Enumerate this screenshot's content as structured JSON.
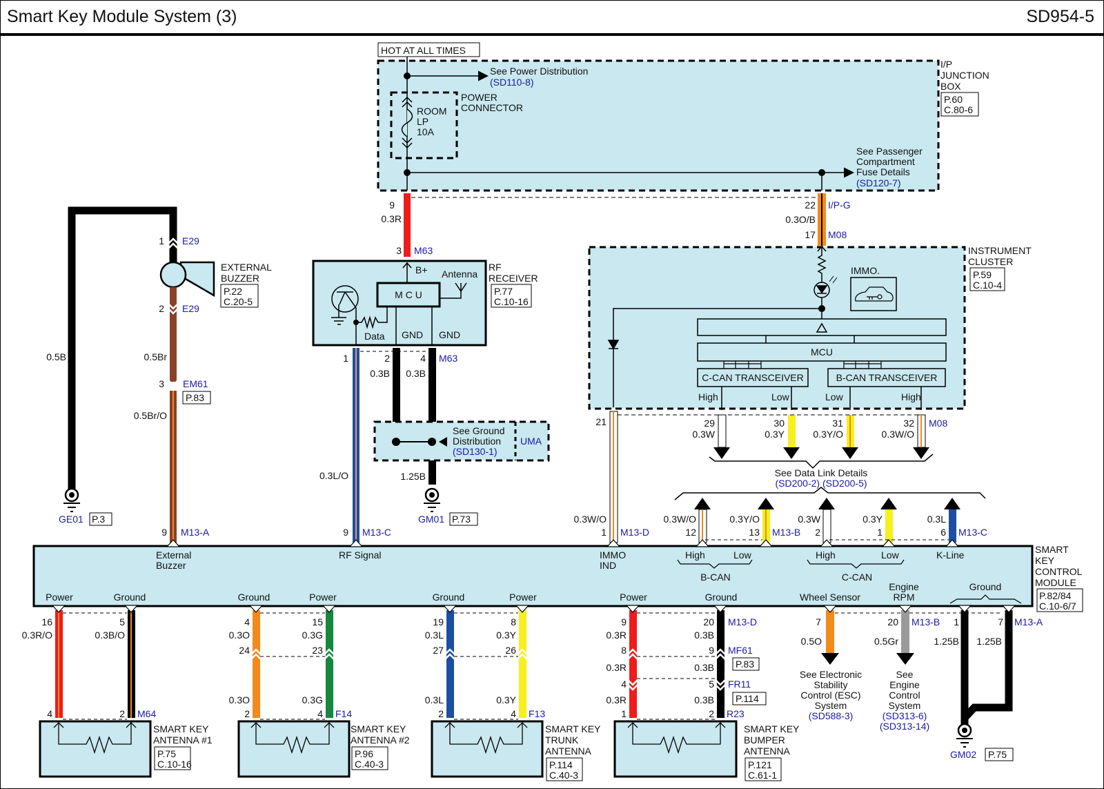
{
  "header": {
    "title": "Smart Key Module System (3)",
    "code": "SD954-5"
  },
  "colors": {
    "box_fill": "#c9e8f0",
    "ref_blue": "#1a1aa8",
    "red": "#ee1c1c",
    "orange": "#f28a1c",
    "brown": "#8a4128",
    "blue": "#1e4ea0",
    "green": "#14883c",
    "yellow": "#f6f01c",
    "gray": "#9a9a9a",
    "black": "#000000"
  },
  "junction_box": {
    "hot_label": "HOT AT ALL TIMES",
    "power_dist_label": "See Power Distribution",
    "power_dist_ref": "(SD110-8)",
    "power_connector": [
      "POWER",
      "CONNECTOR"
    ],
    "fuse": [
      "ROOM",
      "LP",
      "10A"
    ],
    "passenger_fuse": [
      "See Passenger",
      "Compartment",
      "Fuse Details"
    ],
    "passenger_fuse_ref": "(SD120-7)",
    "name": [
      "I/P",
      "JUNCTION",
      "BOX"
    ],
    "page": [
      "P.60",
      "C.80-6"
    ]
  },
  "rf_receiver": {
    "name": [
      "RF",
      "RECEIVER"
    ],
    "page": [
      "P.77",
      "C.10-16"
    ],
    "mcu": "M C U",
    "antenna": "Antenna",
    "bplus": "B+",
    "data": "Data",
    "gnd1": "GND",
    "gnd2": "GND",
    "feed_pin": "9",
    "feed_wire": "0.3R",
    "in_pin": "3",
    "in_conn": "M63",
    "pins": [
      "1",
      "2",
      "4"
    ],
    "pin_conn": "M63",
    "gnd_wire_a": "0.3B",
    "gnd_wire_b": "0.3B",
    "data_wire": "0.3L/O"
  },
  "ground_dist": {
    "label": [
      "See Ground",
      "Distribution"
    ],
    "ref": "(SD130-1)",
    "conn": "UMA",
    "wire": "1.25B",
    "ground_id": "GM01",
    "ground_page": "P.73"
  },
  "buzzer": {
    "name": [
      "EXTERNAL",
      "BUZZER"
    ],
    "page": [
      "P.22",
      "C.20-5"
    ],
    "pin1": "1",
    "conn1": "E29",
    "pin2": "2",
    "conn2": "E29",
    "wire_br": "0.5Br",
    "pin3": "3",
    "conn3": "EM61",
    "conn3_page": "P.83",
    "wire_bro": "0.5Br/O",
    "wire_b": "0.5B",
    "ground_id": "GE01",
    "ground_page": "P.3",
    "skm_pin": "9",
    "skm_conn": "M13-A"
  },
  "instrument_cluster": {
    "name": [
      "INSTRUMENT",
      "CLUSTER"
    ],
    "page": [
      "P.59",
      "C.10-4"
    ],
    "in_pin_top": "22",
    "in_conn_top": "I/P-G",
    "in_wire": "0.3O/B",
    "in_pin": "17",
    "in_conn": "M08",
    "immo": "IMMO.",
    "mcu": "MCU",
    "ccan": "C-CAN TRANSCEIVER",
    "bcan": "B-CAN TRANSCEIVER",
    "outputs": [
      {
        "label": "High",
        "pin": "29",
        "wire": "0.3W"
      },
      {
        "label": "Low",
        "pin": "30",
        "wire": "0.3Y"
      },
      {
        "label": "Low",
        "pin": "31",
        "wire": "0.3Y/O"
      },
      {
        "label": "High",
        "pin": "32",
        "wire": "0.3W/O"
      }
    ],
    "out_conn": "M08",
    "immo_pin": "21"
  },
  "data_link": {
    "label": "See Data Link Details",
    "ref": "(SD200-2) (SD200-5)"
  },
  "skm_inputs": [
    {
      "wire": "0.3W/O",
      "pin": "1",
      "conn": "M13-D"
    },
    {
      "wire": "0.3W/O",
      "pin": "12",
      "conn": ""
    },
    {
      "wire": "0.3Y/O",
      "pin": "13",
      "conn": "M13-B"
    },
    {
      "wire": "0.3W",
      "pin": "2",
      "conn": ""
    },
    {
      "wire": "0.3Y",
      "pin": "1",
      "conn": ""
    },
    {
      "wire": "0.3L",
      "pin": "6",
      "conn": "M13-C"
    }
  ],
  "skm": {
    "name": [
      "SMART",
      "KEY",
      "CONTROL",
      "MODULE"
    ],
    "page": [
      "P.82/84",
      "C.10-6/7"
    ],
    "rf_pin": "9",
    "rf_conn": "M13-C",
    "top_labels": {
      "ext_buzzer": [
        "External",
        "Buzzer"
      ],
      "rf_signal": "RF Signal",
      "immo": [
        "IMMO",
        "IND"
      ],
      "bcan_high": "High",
      "bcan_low": "Low",
      "bcan": "B-CAN",
      "ccan_high": "High",
      "ccan_low": "Low",
      "ccan": "C-CAN",
      "kline": "K-Line"
    },
    "bottom_labels": [
      "Power",
      "Ground",
      "Ground",
      "Power",
      "Ground",
      "Power",
      "Power",
      "Ground",
      "Wheel Sensor",
      "Engine RPM",
      "Ground"
    ]
  },
  "antennas": [
    {
      "name": [
        "SMART KEY",
        "ANTENNA #1"
      ],
      "page": [
        "P.75",
        "C.10-16"
      ],
      "left": {
        "pin_top": "16",
        "wire": "0.3R/O",
        "pin_bot": "4"
      },
      "right": {
        "pin_top": "5",
        "wire": "0.3B/O",
        "pin_bot": "2"
      },
      "conn": "M64"
    },
    {
      "name": [
        "SMART KEY",
        "ANTENNA #2"
      ],
      "page": [
        "P.96",
        "C.40-3"
      ],
      "left": {
        "pin_top": "4",
        "wire": "0.3O",
        "mid_pin": "24",
        "wire2": "0.3O",
        "pin_bot": "2"
      },
      "right": {
        "pin_top": "15",
        "wire": "0.3G",
        "mid_pin": "23",
        "wire2": "0.3G",
        "pin_bot": "4"
      },
      "conn": "F14"
    },
    {
      "name": [
        "SMART KEY",
        "TRUNK",
        "ANTENNA"
      ],
      "page": [
        "P.114",
        "C.40-3"
      ],
      "left": {
        "pin_top": "19",
        "wire": "0.3L",
        "mid_pin": "27",
        "wire2": "0.3L",
        "pin_bot": "2"
      },
      "right": {
        "pin_top": "8",
        "wire": "0.3Y",
        "mid_pin": "26",
        "wire2": "0.3Y",
        "pin_bot": "4"
      },
      "conn": "F13"
    },
    {
      "name": [
        "SMART KEY",
        "BUMPER",
        "ANTENNA"
      ],
      "page": [
        "P.121",
        "C.61-1"
      ],
      "left": {
        "pin_top": "9",
        "wire": "0.3R",
        "mid_pin": "8",
        "wire2": "0.3R",
        "mid_pin2": "4",
        "wire3": "0.3R",
        "pin_bot": "1"
      },
      "right": {
        "pin_top": "20",
        "wire": "0.3B",
        "mid_pin": "9",
        "wire2": "0.3B",
        "mid_pin2": "5",
        "wire3": "0.3B",
        "pin_bot": "2"
      },
      "conn_top": "M13-D",
      "conn_mid": "MF61",
      "conn_mid_page": "P.83",
      "conn_mid2": "FR11",
      "conn_mid2_page": "P.114",
      "conn": "R23"
    }
  ],
  "esc": {
    "pin": "7",
    "wire": "0.5O",
    "label": [
      "See Electronic",
      "Stability",
      "Control (ESC)",
      "System"
    ],
    "ref": "(SD588-3)"
  },
  "engine": {
    "pin": "20",
    "conn": "M13-B",
    "wire": "0.5Gr",
    "label": [
      "See",
      "Engine",
      "Control",
      "System"
    ],
    "ref": [
      "(SD313-6)",
      "(SD313-14)"
    ]
  },
  "ground2": {
    "pin_a": "1",
    "pin_b": "7",
    "conn": "M13-A",
    "wire_a": "1.25B",
    "wire_b": "1.25B",
    "ground_id": "GM02",
    "ground_page": "P.75"
  }
}
